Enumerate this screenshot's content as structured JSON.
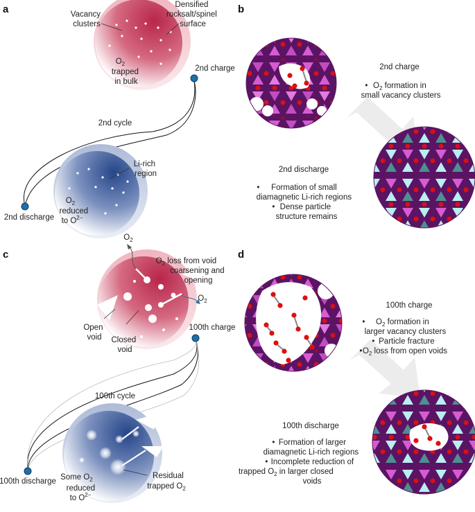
{
  "panels": {
    "a": {
      "letter": "a",
      "vacancy": [
        "Vacancy",
        "clusters"
      ],
      "densified": [
        "Densified",
        "rocksalt/spinel",
        "surface"
      ],
      "o2_trapped": [
        "O",
        "2",
        "trapped",
        "in bulk"
      ],
      "charge": "2nd charge",
      "cycle": "2nd cycle",
      "discharge": "2nd discharge",
      "li_rich": [
        "Li-rich",
        "region"
      ],
      "o2_reduced": [
        "O",
        "2",
        "reduced",
        "to O",
        "2−"
      ]
    },
    "b": {
      "letter": "b",
      "charge_title": "2nd charge",
      "charge_bullets": [
        [
          "O",
          "2",
          " formation in"
        ],
        [
          "small vacancy clusters"
        ]
      ],
      "discharge_title": "2nd discharge",
      "discharge_bullets": [
        "Formation of small",
        "diamagnetic Li-rich regions",
        "Dense particle",
        "structure remains"
      ]
    },
    "c": {
      "letter": "c",
      "o2_top": [
        "O",
        "2"
      ],
      "o2_loss": [
        "O",
        "2",
        " loss from void",
        "coarsening and",
        "opening"
      ],
      "o2_right": [
        "O",
        "2"
      ],
      "open_void": [
        "Open",
        "void"
      ],
      "closed_void": [
        "Closed",
        "void"
      ],
      "charge": "100th charge",
      "cycle": "100th cycle",
      "discharge": "100th discharge",
      "some_o2": [
        "Some O",
        "2",
        "reduced",
        "to O",
        "2−"
      ],
      "residual": [
        "Residual",
        "trapped O",
        "2"
      ]
    },
    "d": {
      "letter": "d",
      "charge_title": "100th charge",
      "charge_bullets": [
        "O",
        "2",
        " formation in",
        "larger vacancy clusters",
        "Particle fracture",
        "O",
        "2",
        " loss from open voids"
      ],
      "discharge_title": "100th discharge",
      "discharge_bullets": [
        "Formation of larger",
        "diamagnetic Li-rich regions",
        "Incomplete reduction of",
        "trapped O",
        "2",
        " in larger closed",
        "voids"
      ]
    }
  },
  "colors": {
    "red_particle": "#c8324f",
    "blue_particle": "#2c4f94",
    "node": "#1f6fa8",
    "magenta": "#d75cd4",
    "purple": "#5b1463",
    "cyan": "#b9eef2",
    "teal": "#4e8f93",
    "oxygen": "#dd1010",
    "arrow": "#ececec"
  }
}
